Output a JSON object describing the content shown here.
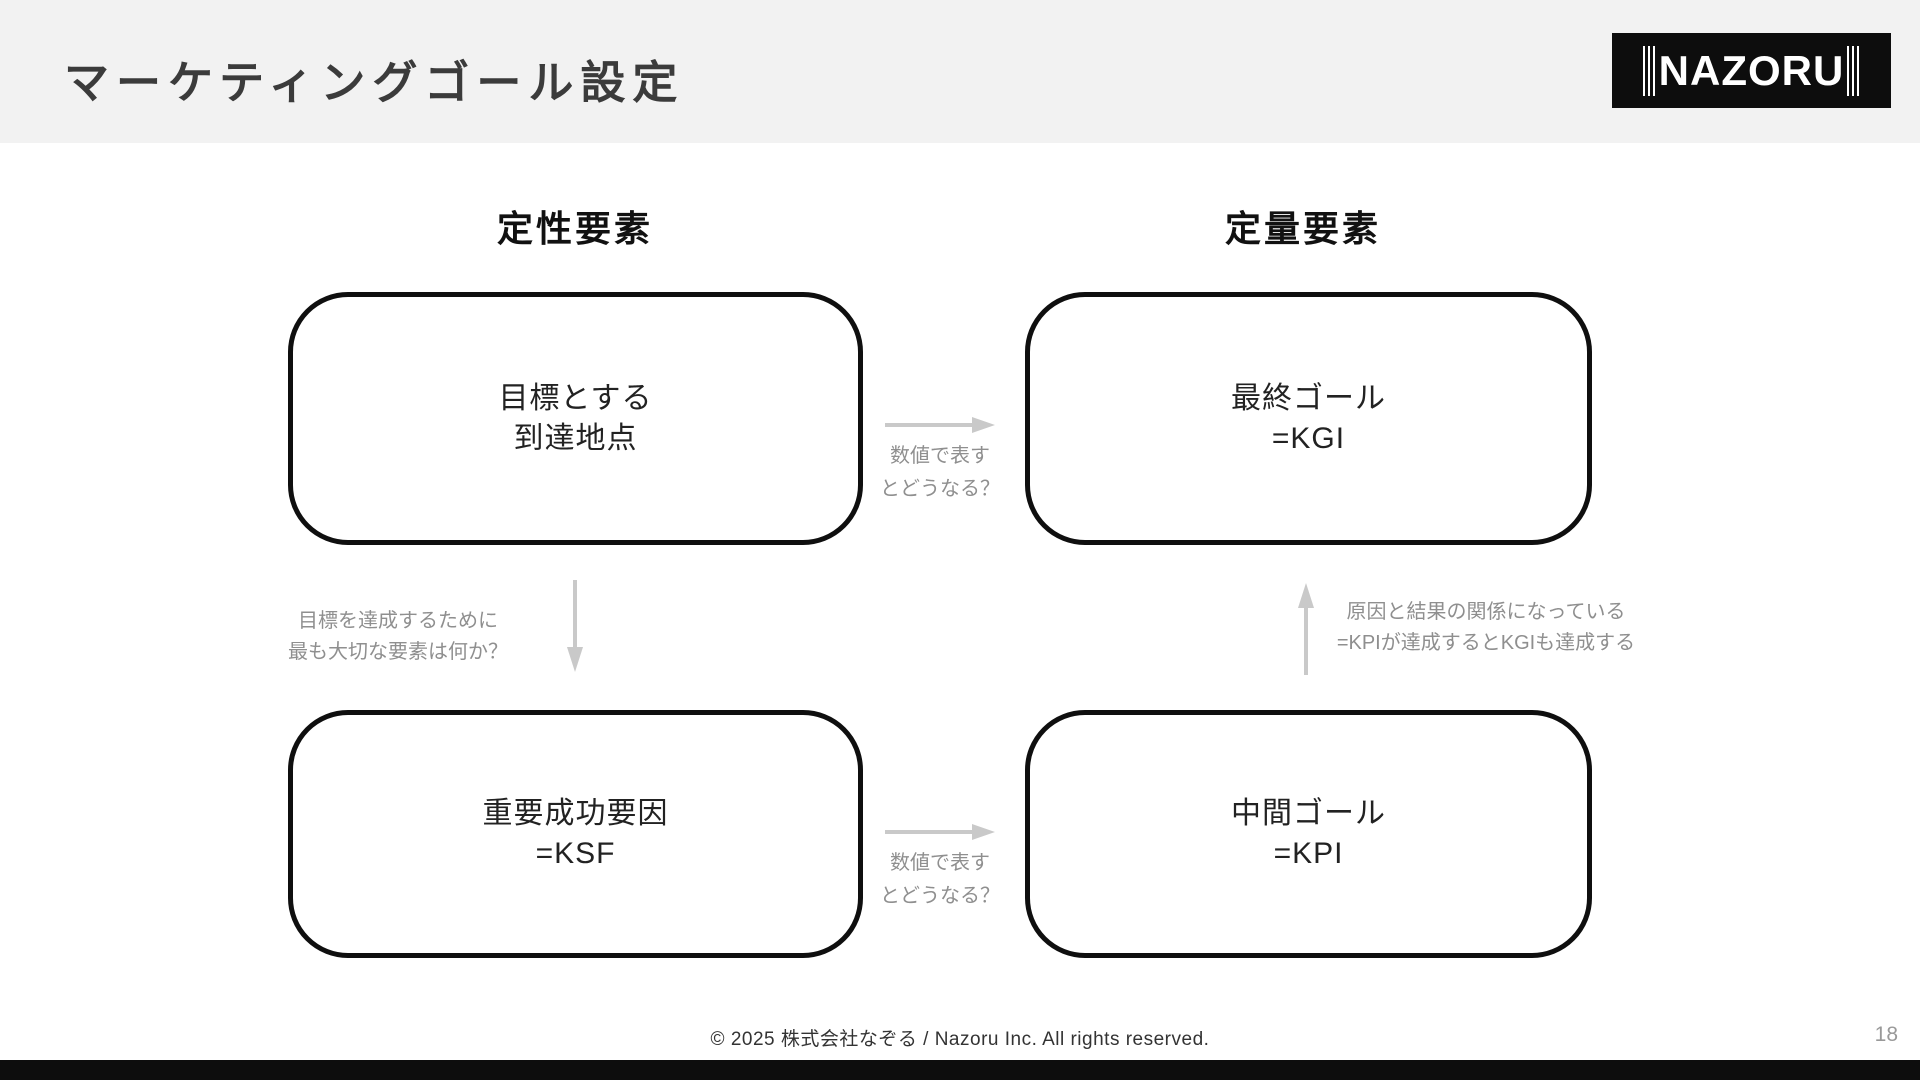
{
  "slide": {
    "title": "マーケティングゴール設定",
    "page_number": "18",
    "copyright": "© 2025 株式会社なぞる / Nazoru Inc. All rights reserved."
  },
  "logo": {
    "text": "NAZORU"
  },
  "columns": {
    "qualitative": "定性要素",
    "quantitative": "定量要素"
  },
  "boxes": {
    "goal": {
      "line1": "目標とする",
      "line2": "到達地点"
    },
    "kgi": {
      "line1": "最終ゴール",
      "line2": "=KGI"
    },
    "ksf": {
      "line1": "重要成功要因",
      "line2": "=KSF"
    },
    "kpi": {
      "line1": "中間ゴール",
      "line2": "=KPI"
    }
  },
  "arrow_labels": {
    "goal_to_kgi": {
      "line1": "数値で表す",
      "line2": "とどうなる？"
    },
    "ksf_to_kpi": {
      "line1": "数値で表す",
      "line2": "とどうなる？"
    },
    "goal_to_ksf": {
      "line1": "目標を達成するために",
      "line2": "最も大切な要素は何か？"
    },
    "kpi_to_kgi": {
      "line1": "原因と結果の関係になっている",
      "line2": "=KPIが達成するとKGIも達成する"
    }
  },
  "colors": {
    "header_bg": "#f2f2f2",
    "title_text": "#3b3b3b",
    "logo_bg": "#0d0d0d",
    "logo_text": "#ffffff",
    "box_border": "#0f0f0f",
    "box_text": "#222222",
    "arrow": "#c9c9c9",
    "arrow_label": "#8f8f8f",
    "footer_text": "#333333",
    "page_number": "#999999",
    "bottom_bar": "#0d0d0d"
  }
}
